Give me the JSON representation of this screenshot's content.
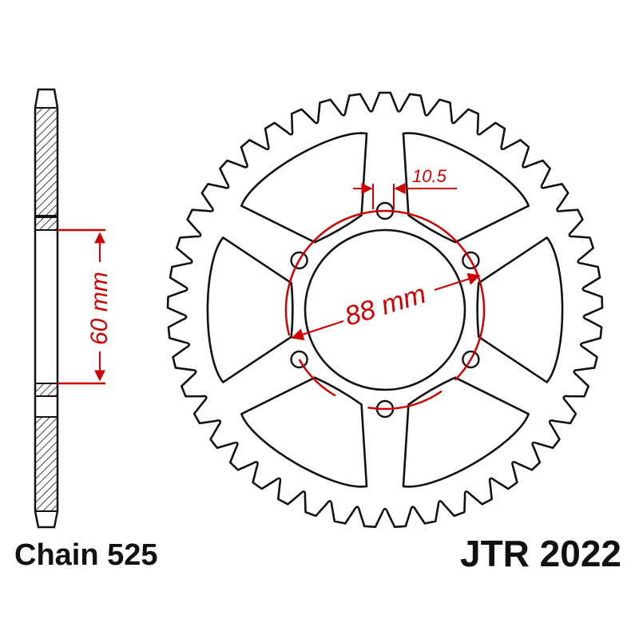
{
  "diagram": {
    "chain_label": "Chain 525",
    "part_number": "JTR 2022",
    "dimensions": {
      "offset_label": "60 mm",
      "pcd_label": "88 mm",
      "bolt_hole_label": "10.5"
    }
  },
  "sprocket": {
    "tooth_count": 45,
    "bolt_holes": 6,
    "spokes": 6
  },
  "colors": {
    "outline": "#111111",
    "dimension": "#d00000",
    "background": "#ffffff"
  }
}
